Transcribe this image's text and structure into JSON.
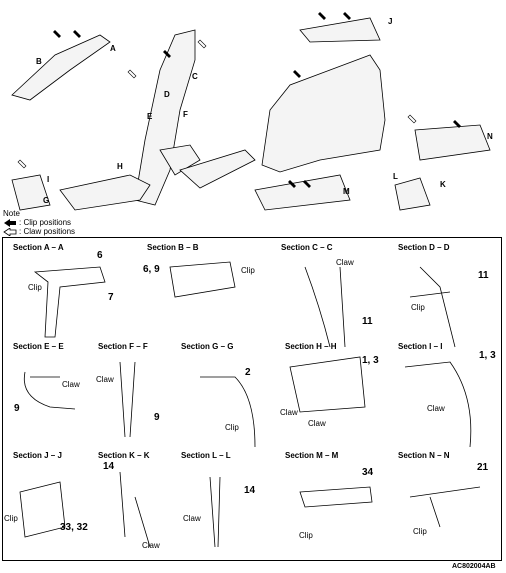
{
  "note": {
    "title": "Note",
    "clip_legend": ": Clip positions",
    "claw_legend": ": Claw positions"
  },
  "letters": [
    "A",
    "B",
    "C",
    "D",
    "E",
    "F",
    "G",
    "H",
    "I",
    "J",
    "K",
    "L",
    "M",
    "N"
  ],
  "sections": [
    {
      "title": "Section A – A",
      "labels": [
        "Clip"
      ],
      "numbers": [
        "6",
        "7"
      ]
    },
    {
      "title": "Section B – B",
      "labels": [
        "Clip"
      ],
      "numbers": [
        "6, 9"
      ]
    },
    {
      "title": "Section C – C",
      "labels": [
        "Claw"
      ],
      "numbers": [
        "11"
      ]
    },
    {
      "title": "Section D – D",
      "labels": [
        "Clip"
      ],
      "numbers": [
        "11"
      ]
    },
    {
      "title": "Section E – E",
      "labels": [
        "Claw"
      ],
      "numbers": [
        "9"
      ]
    },
    {
      "title": "Section F – F",
      "labels": [
        "Claw"
      ],
      "numbers": [
        "9"
      ]
    },
    {
      "title": "Section G – G",
      "labels": [
        "Clip"
      ],
      "numbers": [
        "2"
      ]
    },
    {
      "title": "Section H – H",
      "labels": [
        "Claw",
        "Claw"
      ],
      "numbers": [
        "1, 3"
      ]
    },
    {
      "title": "Section I – I",
      "labels": [
        "Claw"
      ],
      "numbers": [
        "1, 3"
      ]
    },
    {
      "title": "Section J – J",
      "labels": [
        "Clip"
      ],
      "numbers": [
        "33, 32"
      ]
    },
    {
      "title": "Section K – K",
      "labels": [
        "Claw"
      ],
      "numbers": [
        "14"
      ]
    },
    {
      "title": "Section L – L",
      "labels": [
        "Claw"
      ],
      "numbers": [
        "14"
      ]
    },
    {
      "title": "Section M – M",
      "labels": [
        "Clip"
      ],
      "numbers": [
        "34"
      ]
    },
    {
      "title": "Section N – N",
      "labels": [
        "Clip"
      ],
      "numbers": [
        "21"
      ]
    }
  ],
  "figure_code": "AC802004AB"
}
